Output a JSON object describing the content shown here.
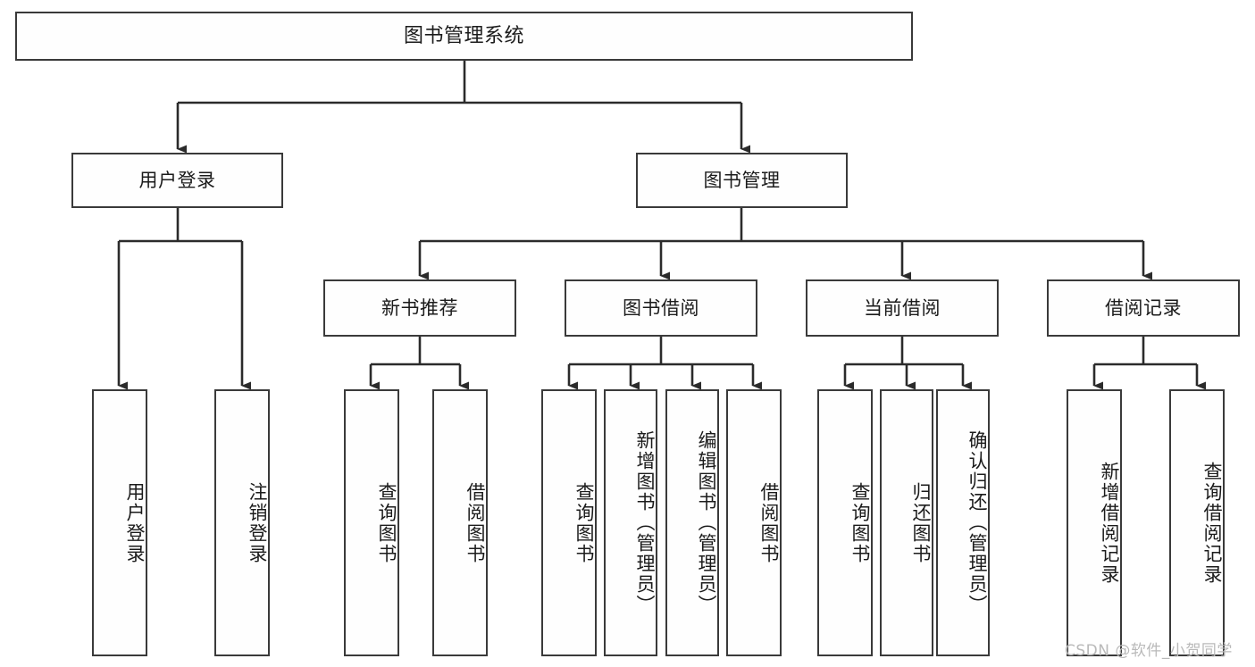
{
  "diagram": {
    "type": "tree-hierarchy",
    "title": "图书管理系统",
    "orientation": "top-down",
    "colors": {
      "box_border": "#3a3a3a",
      "box_fill": "#fefefe",
      "connector": "#2b2b2b",
      "text": "#1b1b1b",
      "watermark": "#b9b9b9"
    },
    "root": {
      "label": "图书管理系统"
    },
    "level1": [
      {
        "label": "用户登录"
      },
      {
        "label": "图书管理"
      }
    ],
    "level2": [
      {
        "label": "新书推荐"
      },
      {
        "label": "图书借阅"
      },
      {
        "label": "当前借阅"
      },
      {
        "label": "借阅记录"
      }
    ],
    "leaves": {
      "user_login": [
        {
          "label": "用户登录"
        },
        {
          "label": "注销登录"
        }
      ],
      "new_book_recommend": [
        {
          "label": "查询图书"
        },
        {
          "label": "借阅图书"
        }
      ],
      "book_borrow": [
        {
          "label": "查询图书"
        },
        {
          "label": "新增图书（管理员）"
        },
        {
          "label": "编辑图书（管理员）"
        },
        {
          "label": "借阅图书"
        }
      ],
      "current_borrow": [
        {
          "label": "查询图书"
        },
        {
          "label": "归还图书"
        },
        {
          "label": "确认归还（管理员）"
        }
      ],
      "borrow_record": [
        {
          "label": "新增借阅记录"
        },
        {
          "label": "查询借阅记录"
        }
      ]
    },
    "watermark": "CSDN @软件_小贺同学"
  }
}
